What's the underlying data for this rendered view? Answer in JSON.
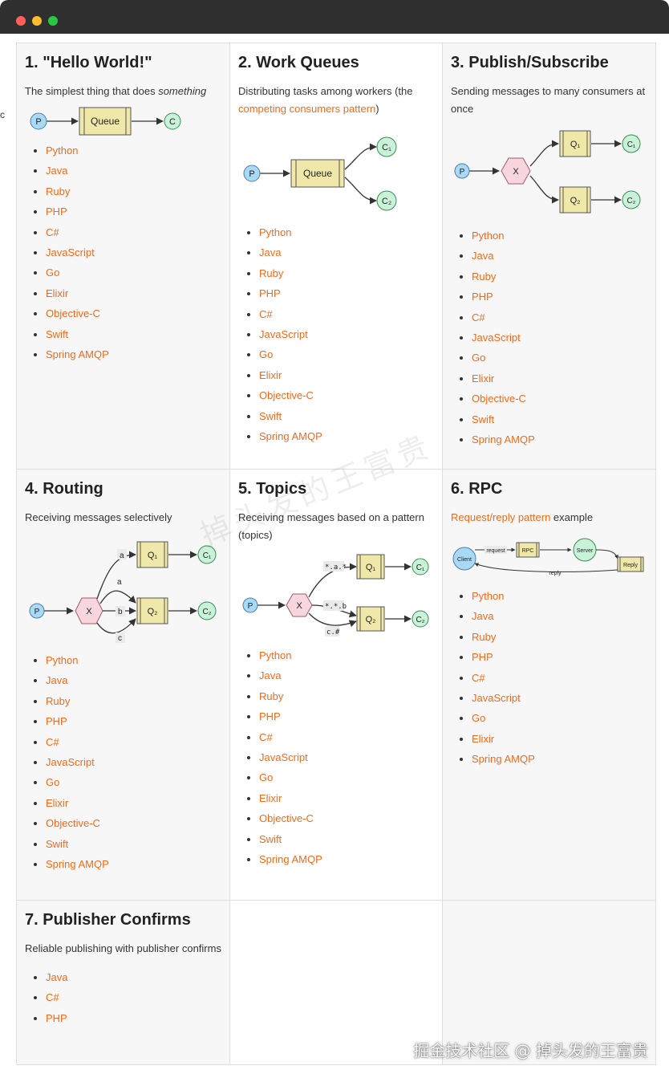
{
  "window": {
    "title": ""
  },
  "edge_mark": "c",
  "tutorials": [
    {
      "heading": "1. \"Hello World!\"",
      "desc_pre": "The simplest thing that does ",
      "desc_em": "something",
      "langs": [
        "Python",
        "Java",
        "Ruby",
        "PHP",
        "C#",
        "JavaScript",
        "Go",
        "Elixir",
        "Objective-C",
        "Swift",
        "Spring AMQP"
      ],
      "diagram": {
        "producer": "P",
        "queue": "Queue",
        "consumer": "C"
      }
    },
    {
      "heading": "2. Work Queues",
      "desc_pre": "Distributing tasks among workers (the ",
      "desc_link": "competing consumers pattern",
      "desc_post": ")",
      "langs": [
        "Python",
        "Java",
        "Ruby",
        "PHP",
        "C#",
        "JavaScript",
        "Go",
        "Elixir",
        "Objective-C",
        "Swift",
        "Spring AMQP"
      ],
      "diagram": {
        "producer": "P",
        "queue": "Queue",
        "c1": "C₁",
        "c2": "C₂"
      }
    },
    {
      "heading": "3. Publish/Subscribe",
      "desc": "Sending messages to many consumers at once",
      "langs": [
        "Python",
        "Java",
        "Ruby",
        "PHP",
        "C#",
        "JavaScript",
        "Go",
        "Elixir",
        "Objective-C",
        "Swift",
        "Spring AMQP"
      ],
      "diagram": {
        "producer": "P",
        "exchange": "X",
        "q1": "Q₁",
        "q2": "Q₂",
        "c1": "C₁",
        "c2": "C₂"
      }
    },
    {
      "heading": "4. Routing",
      "desc": "Receiving messages selectively",
      "langs": [
        "Python",
        "Java",
        "Ruby",
        "PHP",
        "C#",
        "JavaScript",
        "Go",
        "Elixir",
        "Objective-C",
        "Swift",
        "Spring AMQP"
      ],
      "diagram": {
        "producer": "P",
        "exchange": "X",
        "q1": "Q₁",
        "q2": "Q₂",
        "c1": "C₁",
        "c2": "C₂",
        "k_a1": "a",
        "k_a2": "a",
        "k_b": "b",
        "k_c": "c"
      }
    },
    {
      "heading": "5. Topics",
      "desc": "Receiving messages based on a pattern (topics)",
      "langs": [
        "Python",
        "Java",
        "Ruby",
        "PHP",
        "C#",
        "JavaScript",
        "Go",
        "Elixir",
        "Objective-C",
        "Swift",
        "Spring AMQP"
      ],
      "diagram": {
        "producer": "P",
        "exchange": "X",
        "q1": "Q₁",
        "q2": "Q₂",
        "c1": "C₁",
        "c2": "C₂",
        "k1": "*.a.*",
        "k2": "*.*.b",
        "k3": "c.#"
      }
    },
    {
      "heading": "6. RPC",
      "desc_link": "Request/reply pattern",
      "desc_post": " example",
      "langs": [
        "Python",
        "Java",
        "Ruby",
        "PHP",
        "C#",
        "JavaScript",
        "Go",
        "Elixir",
        "Spring AMQP"
      ],
      "diagram": {
        "client": "Client",
        "request": "request",
        "rpc": "RPC",
        "server": "Server",
        "reply_q": "Reply",
        "reply": "reply"
      }
    },
    {
      "heading": "7. Publisher Confirms",
      "desc": "Reliable publishing with publisher confirms",
      "langs": [
        "Java",
        "C#",
        "PHP"
      ]
    }
  ],
  "watermark": {
    "bottom": "掘金技术社区 @ 掉头发的王富贵",
    "diagonal": "掉头发的王富贵"
  },
  "colors": {
    "link": "#f26a19",
    "queue_fill": "#f0e8a8",
    "producer_fill": "#a9d9f5",
    "consumer_fill": "#c9f3d8",
    "exchange_fill": "#f7d6dd",
    "titlebar": "#2f2f2f"
  }
}
